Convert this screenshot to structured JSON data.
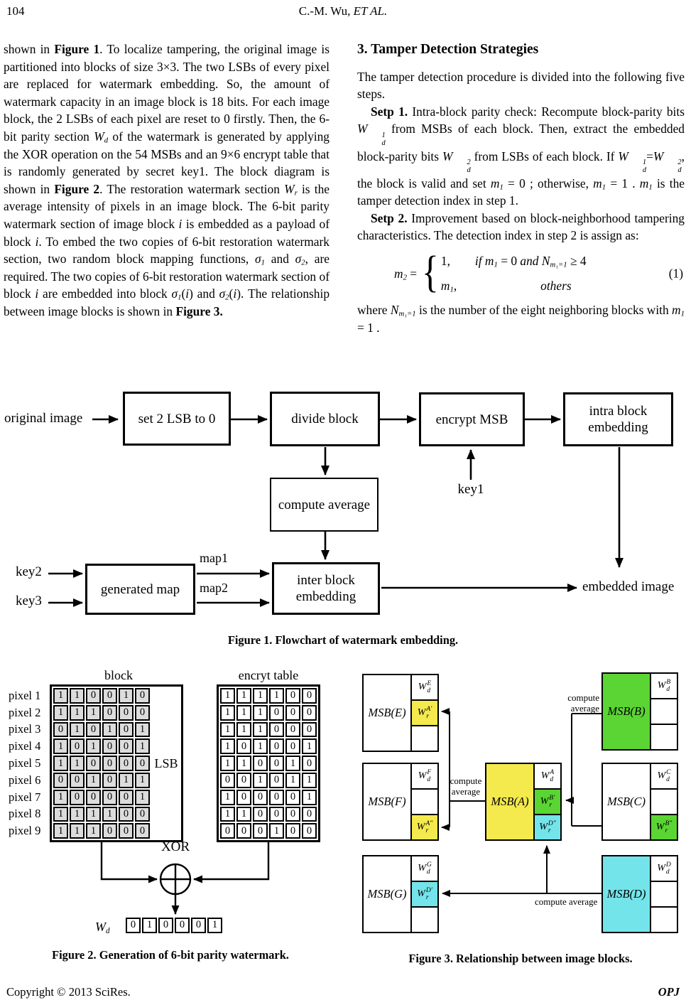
{
  "header": {
    "page_number": "104",
    "running_title_plain": "C.-M. Wu, ",
    "running_title_italic": "ET AL."
  },
  "left_column": {
    "paragraph": [
      {
        "t": "shown in "
      },
      {
        "t": "Figure 1",
        "b": true
      },
      {
        "t": ". To localize tampering, the original image is partitioned into blocks of size 3×3. The two LSBs of every pixel are replaced for watermark embedding. So, the amount of watermark capacity in an image block is 18 bits. For each image block, the 2 LSBs of each pixel are reset to 0 firstly. Then, the 6-bit parity section "
      },
      {
        "t": "W",
        "i": true,
        "sub": "d"
      },
      {
        "t": " of the watermark is generated by applying the XOR operation on the 54 MSBs and an 9×6 encrypt table that is randomly generated by secret key1. The block diagram is shown in "
      },
      {
        "t": "Figure 2",
        "b": true
      },
      {
        "t": ". The restoration watermark section "
      },
      {
        "t": "W",
        "i": true,
        "sub": "r"
      },
      {
        "t": " is the average intensity of pixels in an image block. The 6-bit parity watermark section of image block "
      },
      {
        "t": "i",
        "i": true
      },
      {
        "t": " is embedded as a payload of block "
      },
      {
        "t": "i",
        "i": true
      },
      {
        "t": ". To embed the two copies of 6-bit restoration watermark section, two random block mapping functions, "
      },
      {
        "t": "σ",
        "i": true,
        "sub": "1"
      },
      {
        "t": " and "
      },
      {
        "t": "σ",
        "i": true,
        "sub": "2"
      },
      {
        "t": ", are required. The two copies of 6-bit restoration watermark section of block "
      },
      {
        "t": "i",
        "i": true
      },
      {
        "t": " are embedded into block "
      },
      {
        "t": "σ",
        "i": true,
        "sub": "1"
      },
      {
        "t": "("
      },
      {
        "t": "i",
        "i": true
      },
      {
        "t": ") and "
      },
      {
        "t": "σ",
        "i": true,
        "sub": "2"
      },
      {
        "t": "("
      },
      {
        "t": "i",
        "i": true
      },
      {
        "t": "). The relationship between image blocks is shown in "
      },
      {
        "t": "Figure 3.",
        "b": true
      }
    ]
  },
  "right_column": {
    "heading": "3. Tamper Detection Strategies",
    "para_intro": [
      {
        "t": "The tamper detection procedure is divided into the following five steps."
      }
    ],
    "para_step1": [
      {
        "t": "Setp 1.",
        "b": true
      },
      {
        "t": " Intra-block parity check: Recompute block-parity bits "
      },
      {
        "t": "W",
        "i": true,
        "stack": [
          "1",
          "d"
        ]
      },
      {
        "t": " from MSBs of each block. Then, extract the embedded block-parity bits "
      },
      {
        "t": "W",
        "i": true,
        "stack": [
          "2",
          "d"
        ]
      },
      {
        "t": " from LSBs of each block. If "
      },
      {
        "t": "W",
        "i": true,
        "stack": [
          "1",
          "d"
        ]
      },
      {
        "t": "="
      },
      {
        "t": "W",
        "i": true,
        "stack": [
          "2",
          "d"
        ]
      },
      {
        "t": ", the block is valid and set "
      },
      {
        "t": "m",
        "i": true,
        "sub": "1"
      },
      {
        "t": " = 0 ; otherwise, "
      },
      {
        "t": "m",
        "i": true,
        "sub": "1"
      },
      {
        "t": " = 1 . "
      },
      {
        "t": "m",
        "i": true,
        "sub": "1"
      },
      {
        "t": " is the tamper detection index in step 1."
      }
    ],
    "para_step2": [
      {
        "t": "Setp 2.",
        "b": true
      },
      {
        "t": " Improvement based on block-neighborhood tampering characteristics. The detection index in step 2 is assign as:"
      }
    ],
    "equation": {
      "lhs": [
        {
          "t": "m",
          "i": true,
          "sub": "2"
        },
        {
          "t": " ="
        }
      ],
      "brace": "{",
      "row1_value": [
        {
          "t": "1,"
        }
      ],
      "row1_cond": [
        {
          "t": "if  ",
          "i": true
        },
        {
          "t": "m",
          "i": true,
          "sub": "1"
        },
        {
          "t": " = 0 "
        },
        {
          "t": "and",
          "i": true
        },
        {
          "t": "  "
        },
        {
          "t": "N",
          "i": true,
          "sub": "m₁=1"
        },
        {
          "t": " ≥ 4"
        }
      ],
      "row2_value": [
        {
          "t": "m",
          "i": true,
          "sub": "1"
        },
        {
          "t": ","
        }
      ],
      "row2_cond": [
        {
          "t": "others",
          "i": true
        }
      ],
      "number": "(1)"
    },
    "para_where": [
      {
        "t": "where  "
      },
      {
        "t": "N",
        "i": true,
        "sub": "m₁=1"
      },
      {
        "t": "  is the number of the eight neighboring blocks with "
      },
      {
        "t": "m",
        "i": true,
        "sub": "1"
      },
      {
        "t": " = 1 ."
      }
    ]
  },
  "figure1": {
    "boxes": {
      "set_lsb": "set 2 LSB to 0",
      "divide": "divide block",
      "encrypt": "encrypt MSB",
      "intra_line1": "intra block",
      "intra_line2": "embedding",
      "compute": "compute average",
      "generated": "generated map",
      "inter_line1": "inter block",
      "inter_line2": "embedding"
    },
    "labels": {
      "original": "original image",
      "key1": "key1",
      "key2": "key2",
      "key3": "key3",
      "map1": "map1",
      "map2": "map2",
      "embedded": "embedded image"
    },
    "caption": "Figure 1. Flowchart of watermark embedding."
  },
  "figure2": {
    "block_label": "block",
    "encrypt_label": "encryt table",
    "lsb_label": "LSB",
    "pixel_labels": [
      "pixel 1",
      "pixel 2",
      "pixel 3",
      "pixel 4",
      "pixel 5",
      "pixel 6",
      "pixel 7",
      "pixel 8",
      "pixel 9"
    ],
    "block_rows": [
      [
        1,
        1,
        0,
        0,
        1,
        0
      ],
      [
        1,
        1,
        1,
        0,
        0,
        0
      ],
      [
        0,
        1,
        0,
        1,
        0,
        1
      ],
      [
        1,
        0,
        1,
        0,
        0,
        1
      ],
      [
        1,
        1,
        0,
        0,
        0,
        0
      ],
      [
        0,
        0,
        1,
        0,
        1,
        1
      ],
      [
        1,
        0,
        0,
        0,
        0,
        1
      ],
      [
        1,
        1,
        1,
        1,
        0,
        0
      ],
      [
        1,
        1,
        1,
        0,
        0,
        0
      ]
    ],
    "encrypt_rows": [
      [
        1,
        1,
        1,
        1,
        0,
        0
      ],
      [
        1,
        1,
        1,
        0,
        0,
        0
      ],
      [
        1,
        1,
        1,
        0,
        0,
        0
      ],
      [
        1,
        0,
        1,
        0,
        0,
        1
      ],
      [
        1,
        1,
        0,
        0,
        1,
        0
      ],
      [
        0,
        0,
        1,
        0,
        1,
        1
      ],
      [
        1,
        0,
        0,
        0,
        0,
        1
      ],
      [
        1,
        1,
        0,
        0,
        0,
        0
      ],
      [
        0,
        0,
        0,
        1,
        0,
        0
      ]
    ],
    "xor_label": "XOR",
    "wd_label": [
      {
        "t": "W",
        "i": true,
        "sub": "d"
      }
    ],
    "wd_bits": [
      0,
      1,
      0,
      0,
      0,
      1
    ],
    "caption": "Figure 2. Generation of 6-bit parity watermark."
  },
  "figure3": {
    "colors": {
      "yellow": "#f4e94d",
      "green": "#5ad533",
      "cyan": "#73e4ea",
      "white": "#ffffff"
    },
    "blocks": [
      {
        "name": "MSB(E)",
        "main_bg": "#ffffff",
        "cells": [
          {
            "sup": "E",
            "sub": "d"
          },
          {
            "sup": "A′",
            "sub": "r",
            "bg": "#f4e94d"
          },
          null
        ]
      },
      {
        "name": "MSB(B)",
        "main_bg": "#5ad533",
        "cells": [
          {
            "sup": "B",
            "sub": "d"
          },
          null,
          null
        ]
      },
      {
        "name": "MSB(F)",
        "main_bg": "#ffffff",
        "cells": [
          {
            "sup": "F",
            "sub": "d"
          },
          null,
          {
            "sup": "A″",
            "sub": "r",
            "bg": "#f4e94d"
          }
        ]
      },
      {
        "name": "MSB(A)",
        "main_bg": "#f4e94d",
        "cells": [
          {
            "sup": "A",
            "sub": "d"
          },
          {
            "sup": "B′",
            "sub": "r",
            "bg": "#5ad533"
          },
          {
            "sup": "D″",
            "sub": "r",
            "bg": "#73e4ea"
          }
        ]
      },
      {
        "name": "MSB(C)",
        "main_bg": "#ffffff",
        "cells": [
          {
            "sup": "C",
            "sub": "d"
          },
          null,
          {
            "sup": "B″",
            "sub": "r",
            "bg": "#5ad533"
          }
        ]
      },
      {
        "name": "MSB(G)",
        "main_bg": "#ffffff",
        "cells": [
          {
            "sup": "G",
            "sub": "d"
          },
          {
            "sup": "D′",
            "sub": "r",
            "bg": "#73e4ea"
          },
          null
        ]
      },
      {
        "name": "MSB(D)",
        "main_bg": "#73e4ea",
        "cells": [
          {
            "sup": "D",
            "sub": "d"
          },
          null,
          null
        ]
      }
    ],
    "cell_base": "W",
    "compute_labels": {
      "b1": "compute",
      "b2": "average",
      "a1": "compute",
      "a2": "average",
      "d": "compute average"
    },
    "caption": "Figure 3. Relationship between image blocks."
  },
  "footer": {
    "copyright": "Copyright © 2013 SciRes.",
    "journal": "OPJ"
  }
}
